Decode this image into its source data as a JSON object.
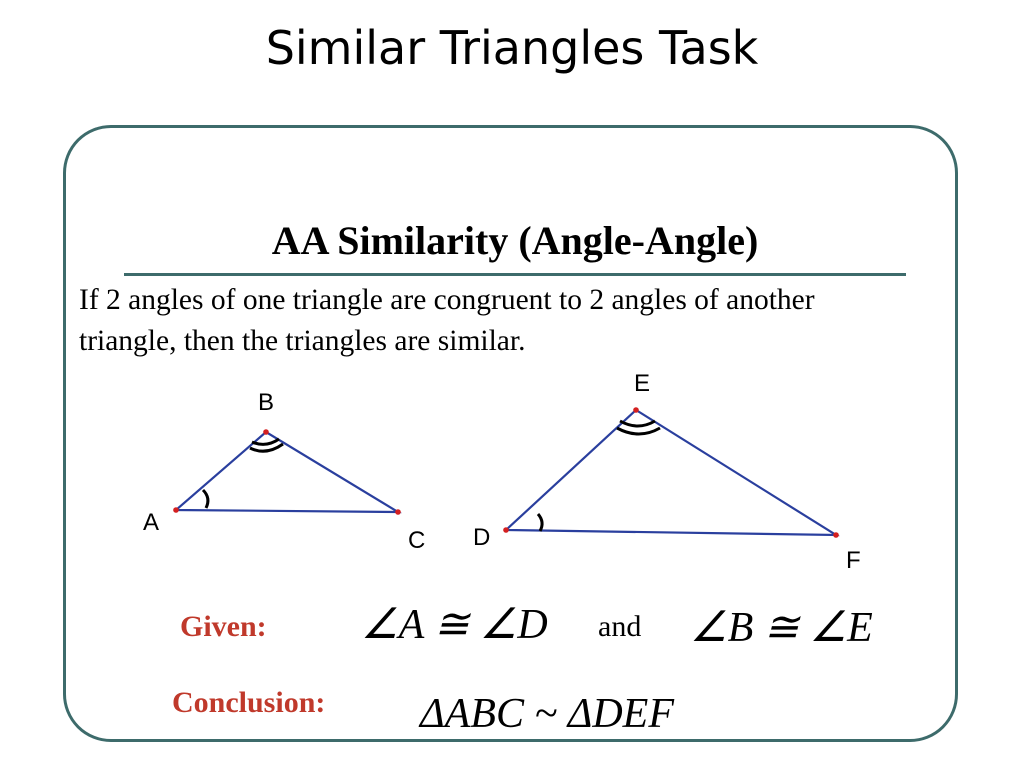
{
  "slide": {
    "title": "Similar Triangles Task"
  },
  "content": {
    "heading": "AA Similarity (Angle-Angle)",
    "statement": "If 2 angles of one triangle are congruent to 2 angles of another triangle, then the triangles are similar."
  },
  "triangle1": {
    "vertices": {
      "A": "A",
      "B": "B",
      "C": "C"
    }
  },
  "triangle2": {
    "vertices": {
      "D": "D",
      "E": "E",
      "F": "F"
    }
  },
  "given": {
    "label": "Given:",
    "statement1": "∠A ≅ ∠D",
    "connector": "and",
    "statement2": "∠B ≅ ∠E"
  },
  "conclusion": {
    "label": "Conclusion:",
    "statement": "ΔABC ~ ΔDEF"
  },
  "colors": {
    "frame": "#3d6b6b",
    "triangle_line": "#2a3f9e",
    "vertex_dot": "#d42020",
    "given_label": "#c0392b"
  }
}
